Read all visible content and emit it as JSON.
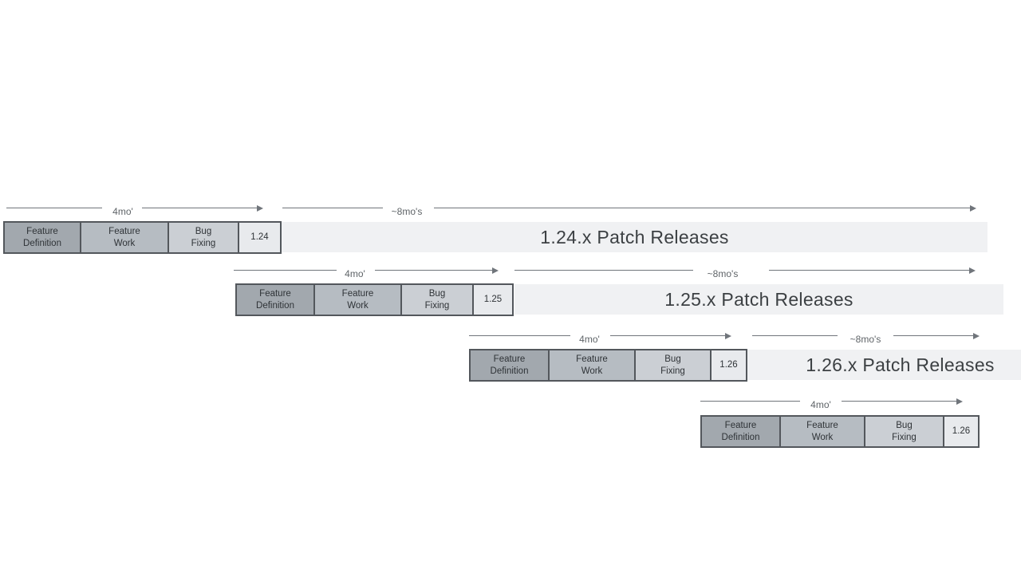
{
  "diagram": {
    "description": "Release cadence timeline diagram with four overlapping release cycles",
    "rows": [
      {
        "version": "1.24",
        "dev_duration": "4mo'",
        "patch_duration": "~8mo's",
        "phase_definition": "Feature Definition",
        "phase_work": "Feature Work",
        "phase_bugfix": "Bug Fixing",
        "patch_label": "1.24.x Patch Releases"
      },
      {
        "version": "1.25",
        "dev_duration": "4mo'",
        "patch_duration": "~8mo's",
        "phase_definition": "Feature Definition",
        "phase_work": "Feature Work",
        "phase_bugfix": "Bug Fixing",
        "patch_label": "1.25.x Patch Releases"
      },
      {
        "version": "1.26",
        "dev_duration": "4mo'",
        "patch_duration": "~8mo's",
        "phase_definition": "Feature Definition",
        "phase_work": "Feature Work",
        "phase_bugfix": "Bug Fixing",
        "patch_label": "1.26.x Patch Releases"
      },
      {
        "version": "1.26",
        "dev_duration": "4mo'",
        "phase_definition": "Feature Definition",
        "phase_work": "Feature Work",
        "phase_bugfix": "Bug Fixing"
      }
    ],
    "colors": {
      "phase_feature_definition": "#a2a8ae",
      "phase_feature_work": "#b6bcc2",
      "phase_bug_fixing": "#cbcfd4",
      "version_box": "#e8eaed",
      "patch_bar": "#f0f1f3",
      "box_border": "#53575c",
      "arrow": "#70757b",
      "small_label_text": "#5f6468",
      "patch_label_text": "#3c4043"
    }
  }
}
